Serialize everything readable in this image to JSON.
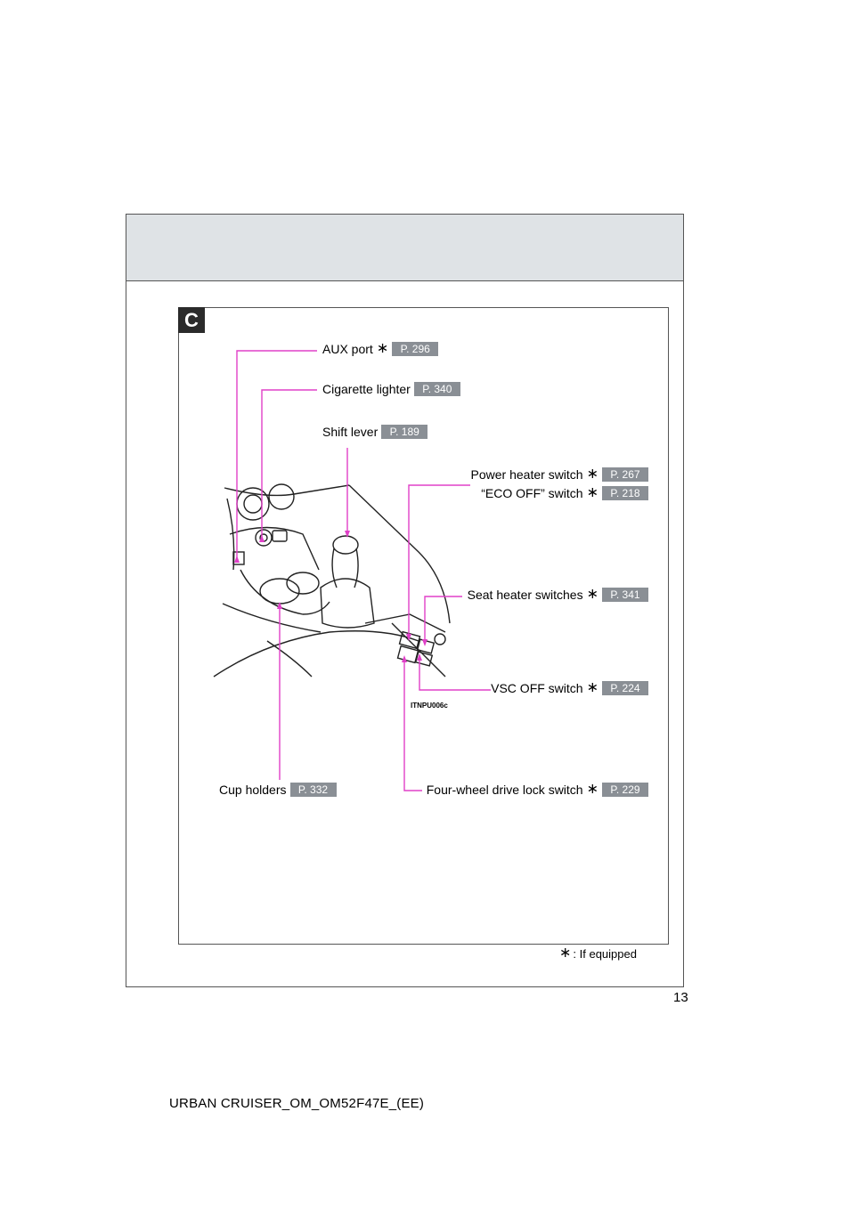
{
  "section": {
    "tab_label": "C"
  },
  "callouts": {
    "aux_port": {
      "label": "AUX port",
      "ref": "P. 296"
    },
    "cigarette_lighter": {
      "label": "Cigarette lighter",
      "ref": "P. 340"
    },
    "shift_lever": {
      "label": "Shift lever",
      "ref": "P. 189"
    },
    "power_heater_switch": {
      "label": "Power heater switch",
      "ref": "P. 267"
    },
    "eco_off_switch": {
      "label": "“ECO OFF” switch",
      "ref": "P. 218"
    },
    "seat_heater_switches": {
      "label": "Seat heater switches",
      "ref": "P. 341"
    },
    "vsc_off_switch": {
      "label": "VSC OFF switch",
      "ref": "P. 224"
    },
    "cup_holders": {
      "label": "Cup holders",
      "ref": "P. 332"
    },
    "four_wheel_drive_lock_switch": {
      "label": "Four-wheel drive lock switch",
      "ref": "P. 229"
    }
  },
  "star_symbol": "∗",
  "figure_code": "ITNPU006c",
  "footnote": {
    "text": ": If equipped"
  },
  "page_number": "13",
  "document_code": "URBAN CRUISER_OM_OM52F47E_(EE)",
  "colors": {
    "leader_line": "#e040c8",
    "ref_badge": "#8a8f95",
    "header_band": "#dfe3e6",
    "tab": "#2b2b2b"
  }
}
